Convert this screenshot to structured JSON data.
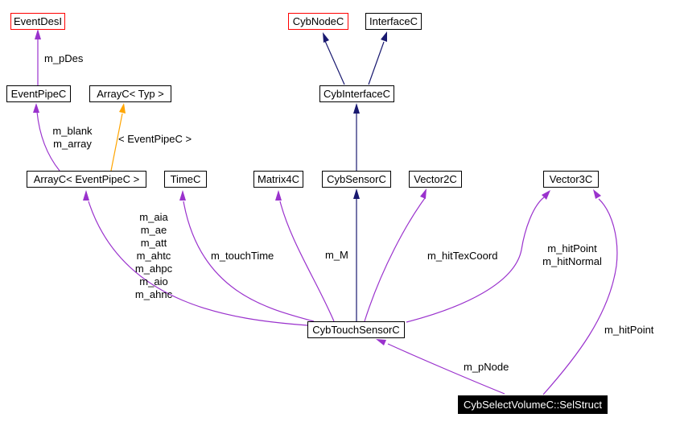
{
  "diagram": {
    "kind": "class collaboration graph",
    "background": "#ffffff",
    "colors": {
      "usage_edge": "#9a32cd",
      "inheritance_edge": "#191970",
      "template_edge": "#ffa500",
      "node_border": "#000000",
      "node_border_highlight": "#ff0000",
      "node_bg": "#ffffff",
      "focus_node_bg": "#000000",
      "focus_node_text": "#ffffff",
      "label_text": "#000000"
    },
    "nodes": [
      {
        "id": "EventDesI",
        "label": "EventDesI",
        "style": "red"
      },
      {
        "id": "EventPipeC",
        "label": "EventPipeC",
        "style": "normal"
      },
      {
        "id": "ArrayC_Typ",
        "label": "ArrayC< Typ >",
        "style": "normal"
      },
      {
        "id": "CybNodeC",
        "label": "CybNodeC",
        "style": "red"
      },
      {
        "id": "InterfaceC",
        "label": "InterfaceC",
        "style": "normal"
      },
      {
        "id": "CybInterfaceC",
        "label": "CybInterfaceC",
        "style": "normal"
      },
      {
        "id": "ArrayC_EventPipeC",
        "label": "ArrayC< EventPipeC >",
        "style": "normal"
      },
      {
        "id": "TimeC",
        "label": "TimeC",
        "style": "normal"
      },
      {
        "id": "Matrix4C",
        "label": "Matrix4C",
        "style": "normal"
      },
      {
        "id": "CybSensorC",
        "label": "CybSensorC",
        "style": "normal"
      },
      {
        "id": "Vector2C",
        "label": "Vector2C",
        "style": "normal"
      },
      {
        "id": "Vector3C",
        "label": "Vector3C",
        "style": "normal"
      },
      {
        "id": "CybTouchSensorC",
        "label": "CybTouchSensorC",
        "style": "normal"
      },
      {
        "id": "SelStruct",
        "label": "CybSelectVolumeC::SelStruct",
        "style": "focus"
      }
    ],
    "edges": [
      {
        "from": "EventPipeC",
        "to": "EventDesI",
        "type": "usage",
        "label": "m_pDes"
      },
      {
        "from": "ArrayC< EventPipeC >",
        "to": "EventPipeC",
        "type": "usage",
        "label": "m_blank\nm_array"
      },
      {
        "from": "ArrayC< EventPipeC >",
        "to": "ArrayC< Typ >",
        "type": "template",
        "label": "< EventPipeC >"
      },
      {
        "from": "CybInterfaceC",
        "to": "CybNodeC",
        "type": "inheritance",
        "label": ""
      },
      {
        "from": "CybInterfaceC",
        "to": "InterfaceC",
        "type": "inheritance",
        "label": ""
      },
      {
        "from": "CybSensorC",
        "to": "CybInterfaceC",
        "type": "inheritance",
        "label": ""
      },
      {
        "from": "CybTouchSensorC",
        "to": "CybSensorC",
        "type": "inheritance",
        "label": ""
      },
      {
        "from": "CybTouchSensorC",
        "to": "ArrayC< EventPipeC >",
        "type": "usage",
        "label": "m_aia\nm_ae\nm_att\nm_ahtc\nm_ahpc\nm_aio\nm_ahnc"
      },
      {
        "from": "CybTouchSensorC",
        "to": "TimeC",
        "type": "usage",
        "label": "m_touchTime"
      },
      {
        "from": "CybTouchSensorC",
        "to": "Matrix4C",
        "type": "usage",
        "label": "m_M"
      },
      {
        "from": "CybTouchSensorC",
        "to": "Vector2C",
        "type": "usage",
        "label": "m_hitTexCoord"
      },
      {
        "from": "CybTouchSensorC",
        "to": "Vector3C",
        "type": "usage",
        "label": "m_hitPoint\nm_hitNormal"
      },
      {
        "from": "CybSelectVolumeC::SelStruct",
        "to": "Vector3C",
        "type": "usage",
        "label": "m_hitPoint"
      },
      {
        "from": "CybSelectVolumeC::SelStruct",
        "to": "CybTouchSensorC",
        "type": "usage",
        "label": "m_pNode"
      }
    ]
  }
}
